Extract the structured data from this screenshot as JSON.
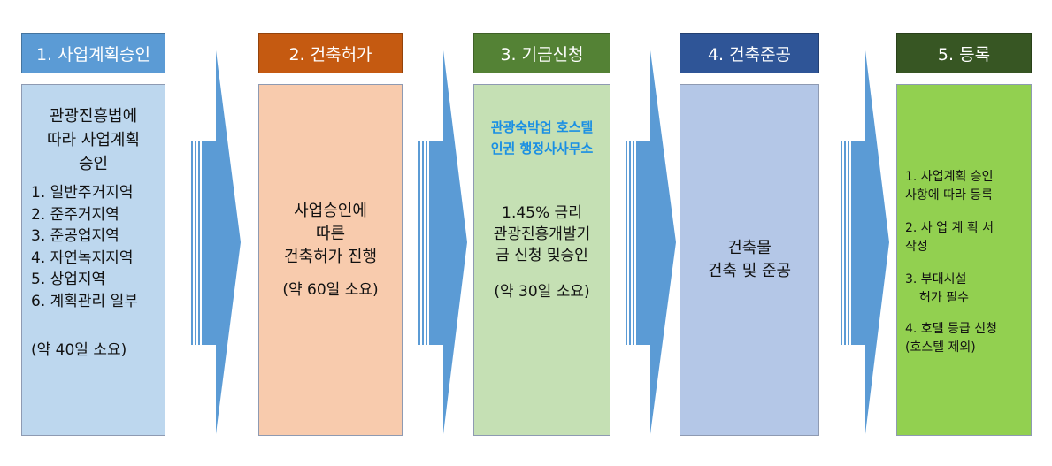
{
  "steps": [
    {
      "title": "1. 사업계획승인",
      "header_color": "#5b9bd5",
      "box_color": "#bdd7ee",
      "intro": [
        "관광진흥법에",
        "따라 사업계획",
        "승인"
      ],
      "zones": [
        "1. 일반주거지역",
        "2. 준주거지역",
        "3. 준공업지역",
        "4. 자연녹지지역",
        "5. 상업지역",
        "6. 계획관리 일부"
      ],
      "duration": "(약 40일 소요)"
    },
    {
      "title": "2. 건축허가",
      "header_color": "#c55a11",
      "box_color": "#f8cbad",
      "lines": [
        "사업승인에",
        "따른",
        "건축허가 진행"
      ],
      "duration": "(약 60일 소요)"
    },
    {
      "title": "3. 기금신청",
      "header_color": "#548235",
      "box_color": "#c5e0b4",
      "highlight": [
        "관광숙박업 호스텔",
        "인권 행정사사무소"
      ],
      "highlight_color": "#1a8fe3",
      "lines": [
        "1.45% 금리",
        "관광진흥개발기",
        "금 신청 및승인"
      ],
      "duration": "(약 30일 소요)"
    },
    {
      "title": "4. 건축준공",
      "header_color": "#2f5597",
      "box_color": "#b4c7e7",
      "lines": [
        "건축물",
        "건축 및 준공"
      ]
    },
    {
      "title": "5. 등록",
      "header_color": "#375623",
      "box_color": "#92d050",
      "items": [
        [
          "1. 사업계획 승인",
          "사항에 따라 등록"
        ],
        [
          "2. 사 업 계 획 서",
          "작성"
        ],
        [
          "3. 부대시설",
          "허가 필수"
        ],
        [
          "4. 호텔 등급 신청",
          "(호스텔 제외)"
        ]
      ]
    }
  ],
  "arrow_color": "#5b9bd5"
}
